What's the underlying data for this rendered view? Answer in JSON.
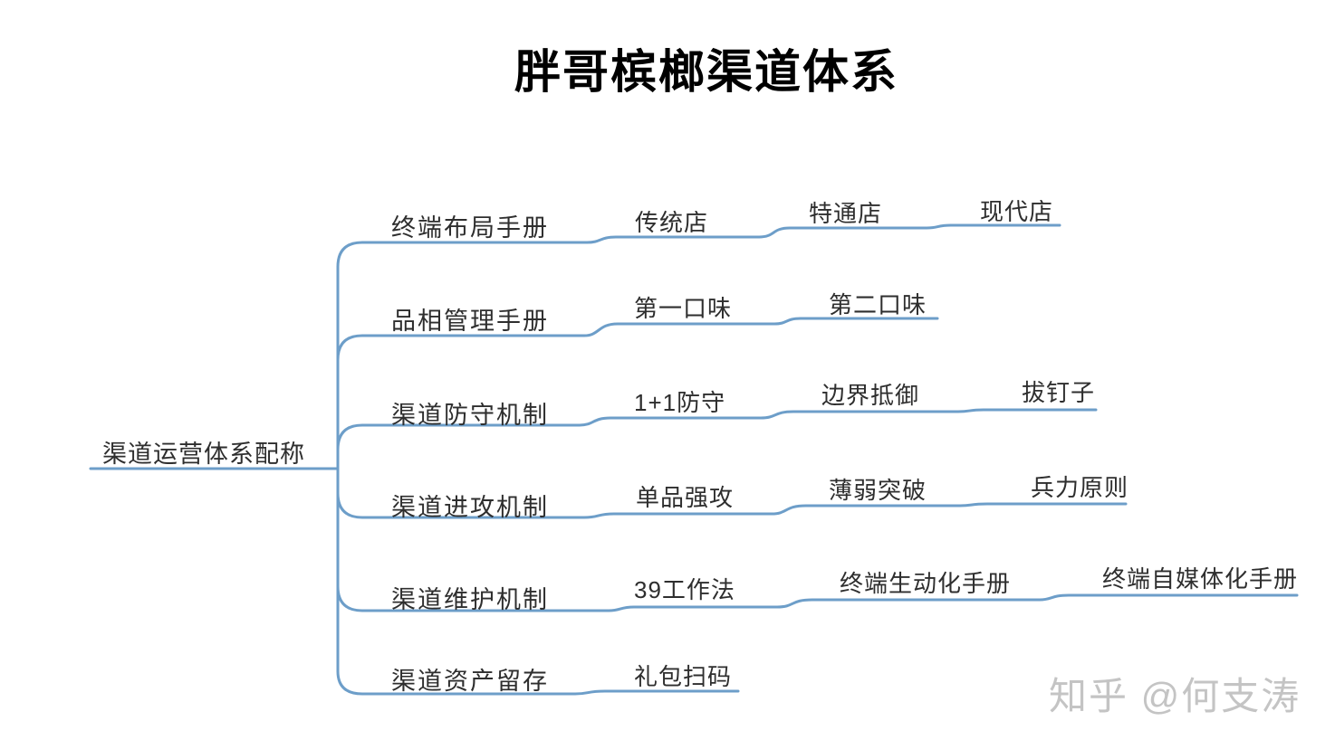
{
  "title": "胖哥槟榔渠道体系",
  "watermark": "知乎 @何支涛",
  "root": {
    "label": "渠道运营体系配称"
  },
  "branches": [
    {
      "label": "终端布局手册",
      "children": [
        {
          "label": "传统店"
        },
        {
          "label": "特通店"
        },
        {
          "label": "现代店"
        }
      ]
    },
    {
      "label": "品相管理手册",
      "children": [
        {
          "label": "第一口味"
        },
        {
          "label": "第二口味"
        }
      ]
    },
    {
      "label": "渠道防守机制",
      "children": [
        {
          "label": "1+1防守"
        },
        {
          "label": "边界抵御"
        },
        {
          "label": "拔钉子"
        }
      ]
    },
    {
      "label": "渠道进攻机制",
      "children": [
        {
          "label": "单品强攻"
        },
        {
          "label": "薄弱突破"
        },
        {
          "label": "兵力原则"
        }
      ]
    },
    {
      "label": "渠道维护机制",
      "children": [
        {
          "label": "39工作法"
        },
        {
          "label": "终端生动化手册"
        },
        {
          "label": "终端自媒体化手册"
        }
      ]
    },
    {
      "label": "渠道资产留存",
      "children": [
        {
          "label": "礼包扫码"
        }
      ]
    }
  ],
  "colors": {
    "line": "#6d9ec9",
    "text": "#2e2e2e",
    "title": "#000000",
    "watermark": "#c4c4c4",
    "background": "#ffffff"
  }
}
